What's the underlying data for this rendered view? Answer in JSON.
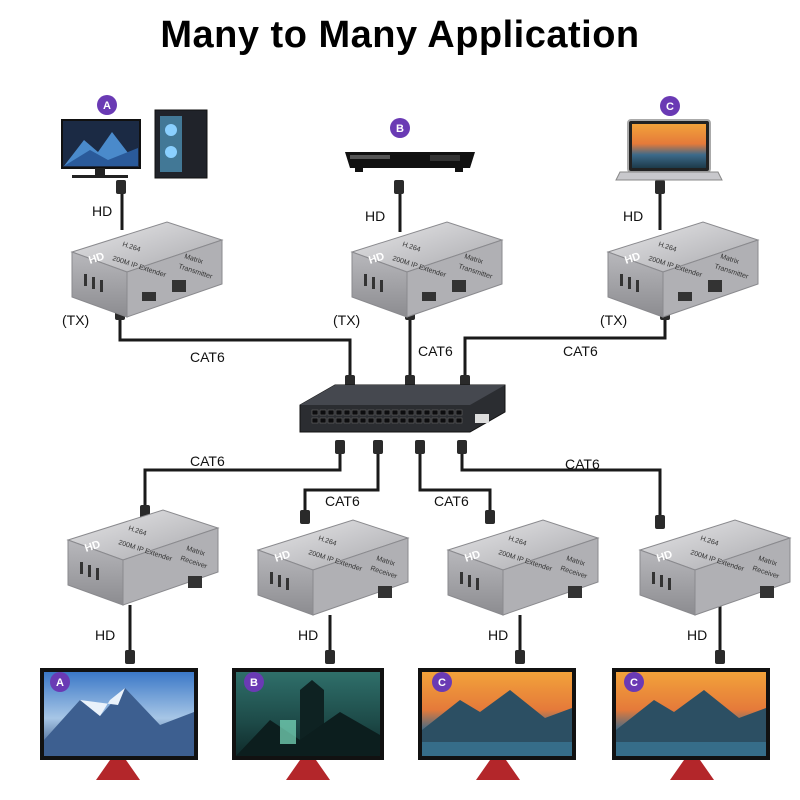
{
  "title": "Many to Many Application",
  "sources": [
    {
      "badge": "A",
      "hd_label": "HD",
      "tx_label": "(TX)"
    },
    {
      "badge": "B",
      "hd_label": "HD",
      "tx_label": "(TX)"
    },
    {
      "badge": "C",
      "hd_label": "HD",
      "tx_label": "(TX)"
    }
  ],
  "transmitter_device": {
    "logo": "HD",
    "line1": "H.264",
    "line2": "200M IP Extender",
    "line3": "Matrix",
    "line4": "Transmitter"
  },
  "receiver_device": {
    "logo": "HD",
    "line1": "H.264",
    "line2": "200M IP Extender",
    "line3": "Matrix",
    "line4": "Receiver"
  },
  "cable_labels": {
    "tx_left": "CAT6",
    "tx_mid": "CAT6",
    "tx_right": "CAT6",
    "rx_1": "CAT6",
    "rx_2": "CAT6",
    "rx_3": "CAT6",
    "rx_4": "CAT6"
  },
  "receivers": [
    {
      "badge": "A",
      "hd_label": "HD"
    },
    {
      "badge": "B",
      "hd_label": "HD"
    },
    {
      "badge": "C",
      "hd_label": "HD"
    },
    {
      "badge": "C",
      "hd_label": "HD"
    }
  ],
  "colors": {
    "badge": "#6a3ab4",
    "device": "#c9c9cc",
    "switch": "#2b2d31",
    "cable": "#1a1a1a",
    "monitor_stand": "#b3262a"
  }
}
